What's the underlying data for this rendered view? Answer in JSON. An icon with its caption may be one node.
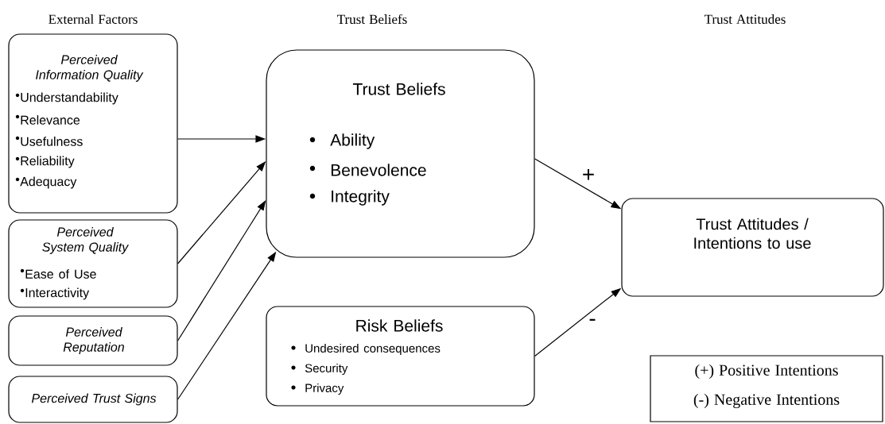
{
  "diagram": {
    "nodes": [
      {
        "text": [
          "Perceived Information Quality",
          "Understandability",
          "Relevance",
          "Usefulness",
          "Reliability",
          "Adequacy"
        ]
      },
      {
        "text": [
          "Perceived System Quality",
          "Ease of Use",
          "Interactivity"
        ]
      },
      {
        "text": [
          "Perceived Reputation"
        ]
      },
      {
        "text": [
          "Perceived Trust Signs"
        ]
      },
      {
        "text": [
          "Trust Beliefs",
          "Ability",
          "Benevolence",
          "Integrity"
        ]
      },
      {
        "text": [
          "Risk Beliefs",
          "Undesired consequences",
          "Security",
          "Privacy"
        ]
      },
      {
        "text": [
          "Trust Attitudes / Intentions to use"
        ]
      },
      {
        "text": [
          "(+) Positive Intentions",
          "(-) Negative Intentions"
        ]
      }
    ],
    "edges": [
      {
        "from": 0,
        "to": 4,
        "arrow": "to"
      },
      {
        "from": 1,
        "to": 4,
        "arrow": "to"
      },
      {
        "from": 2,
        "to": 4,
        "arrow": "to"
      },
      {
        "from": 3,
        "to": 4,
        "arrow": "to"
      },
      {
        "from": 4,
        "to": 6,
        "arrow": "to",
        "label": "+"
      },
      {
        "from": 5,
        "to": 6,
        "arrow": "to",
        "label": "-"
      }
    ],
    "labels": [
      "External Factors",
      "Trust Beliefs",
      "Trust Attitudes"
    ]
  }
}
